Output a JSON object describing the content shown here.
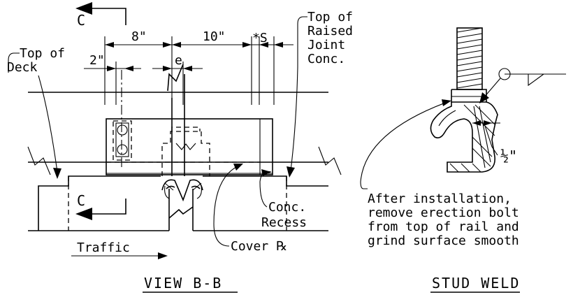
{
  "view_bb": {
    "section_label_top": "C",
    "section_label_bottom": "C",
    "dim_8in": "8\"",
    "dim_10in": "10\"",
    "dim_s": "*S",
    "dim_2in": "2\"",
    "dim_e": "e",
    "top_of_deck_line1": "Top of",
    "top_of_deck_line2": "Deck",
    "top_raised_line1": "Top of",
    "top_raised_line2": "Raised",
    "top_raised_line3": "Joint",
    "top_raised_line4": "Conc.",
    "conc_recess_line1": "Conc.",
    "conc_recess_line2": "Recess",
    "traffic": "Traffic",
    "cover_plate": "Cover ℞",
    "title": "VIEW B-B"
  },
  "stud_weld": {
    "half_inch": "½\"",
    "note_line1": "After installation,",
    "note_line2": "remove erection bolt",
    "note_line3": "from top of rail and",
    "note_line4": "grind surface smooth",
    "title": "STUD WELD"
  }
}
